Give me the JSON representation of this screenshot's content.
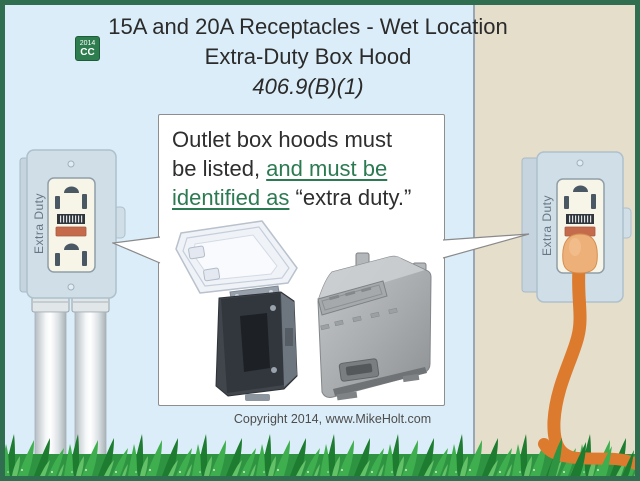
{
  "slide": {
    "badge": {
      "year": "2014",
      "code": "CC"
    },
    "title": {
      "line1": "15A and 20A Receptacles - Wet Location",
      "line2": "Extra-Duty Box Hood",
      "line3": "406.9(B)(1)"
    },
    "callout": {
      "line1": "Outlet box hoods must",
      "line2_plain": "be listed, ",
      "line2_green": "and must be",
      "line3_green": "identified as",
      "line3_plain": " “extra duty.”"
    },
    "outlet_left_label": "Extra Duty",
    "outlet_right_label": "Extra Duty",
    "copyright": "Copyright 2014, www.MikeHolt.com",
    "colors": {
      "frame_green": "#2f6f4f",
      "background_blue": "#dbedf8",
      "wall_tan": "#e5decb",
      "highlight_green": "#2c7a52",
      "cord_orange": "#dc7b2e",
      "reset_button": "#c66a4c"
    }
  }
}
